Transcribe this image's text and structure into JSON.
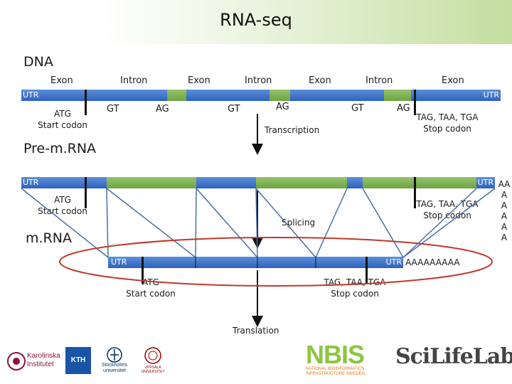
{
  "title": "RNA-seq",
  "sections": {
    "dna": "DNA",
    "premrna": "Pre-m.RNA",
    "mrna": "m.RNA"
  },
  "dna_regions": [
    "Exon",
    "Intron",
    "Exon",
    "Intron",
    "Exon",
    "Intron",
    "Exon"
  ],
  "splice_sites": [
    "GT",
    "AG",
    "GT",
    "AG",
    "GT",
    "AG"
  ],
  "utr": "UTR",
  "start_codon": {
    "line1": "ATG",
    "line2": "Start codon"
  },
  "stop_codon": {
    "line1": "TAG, TAA, TGA",
    "line2": "Stop codon"
  },
  "steps": {
    "transcription": "Transcription",
    "splicing": "Splicing",
    "translation": "Translation"
  },
  "poly_a": {
    "line1": "AA",
    "letters": [
      "A",
      "A",
      "A",
      "A",
      "A"
    ],
    "inline": "AAAAAAAAA"
  },
  "logos": {
    "karolinska_line1": "Karolinska",
    "karolinska_line2": "Institutet",
    "kth": "KTH",
    "stockholm_line1": "Stockholms",
    "stockholm_line2": "universitet",
    "uppsala": "UPPSALA UNIVERSITET",
    "nbis": "NBIS",
    "nbis_sub1": "NATIONAL BIOINFORMATICS",
    "nbis_sub2": "INFRASTRUCTURE SWEDEN",
    "scilifelab": "SciLifeLab"
  },
  "colors": {
    "exon_blue": "#2f62bf",
    "intron_green": "#6fa444",
    "header_green": "#c4de9f",
    "ellipse_red": "#c0392b"
  }
}
